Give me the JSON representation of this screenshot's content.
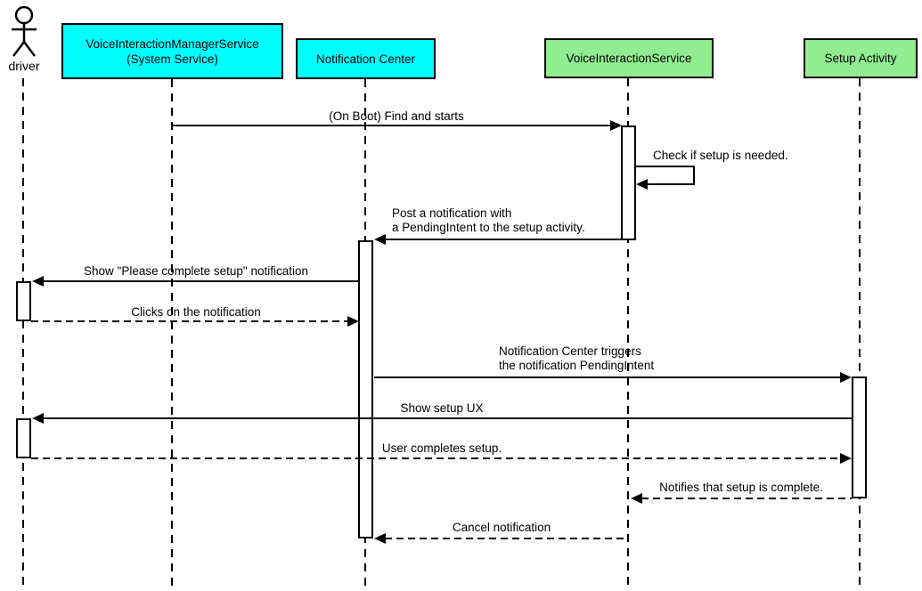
{
  "diagram_type": "uml-sequence",
  "participants": [
    {
      "id": "driver",
      "label": "driver",
      "kind": "actor"
    },
    {
      "id": "vims",
      "label": "VoiceInteractionManagerService\n(System Service)",
      "kind": "box",
      "fill": "#00ffff"
    },
    {
      "id": "nc",
      "label": "Notification Center",
      "kind": "box",
      "fill": "#00ffff"
    },
    {
      "id": "vis",
      "label": "VoiceInteractionService",
      "kind": "box",
      "fill": "#90ee90"
    },
    {
      "id": "sa",
      "label": "Setup Activity",
      "kind": "box",
      "fill": "#90ee90"
    }
  ],
  "messages": [
    {
      "text": "(On Boot) Find and starts",
      "from": "vims",
      "to": "vis",
      "line": "solid"
    },
    {
      "text": "Check if setup is needed.",
      "from": "vis",
      "to": "vis",
      "line": "solid-self"
    },
    {
      "text": "Post a notification with\na PendingIntent to the setup activity.",
      "from": "vis",
      "to": "nc",
      "line": "solid"
    },
    {
      "text": "Show \"Please complete setup\" notification",
      "from": "nc",
      "to": "driver",
      "line": "solid"
    },
    {
      "text": "Clicks on the notification",
      "from": "driver",
      "to": "nc",
      "line": "dashed"
    },
    {
      "text": "Notification Center triggers\nthe notification PendingIntent",
      "from": "nc",
      "to": "sa",
      "line": "solid"
    },
    {
      "text": "Show setup UX",
      "from": "sa",
      "to": "driver",
      "line": "solid"
    },
    {
      "text": "User completes setup.",
      "from": "driver",
      "to": "sa",
      "line": "dashed"
    },
    {
      "text": "Notifies that setup is complete.",
      "from": "sa",
      "to": "vis",
      "line": "dashed"
    },
    {
      "text": "Cancel notification",
      "from": "vis",
      "to": "nc",
      "line": "dashed"
    }
  ],
  "icons": {
    "actor": "stick-figure-icon"
  },
  "colors": {
    "participant_cyan": "#00ffff",
    "participant_green": "#90ee90",
    "line": "#000000",
    "activation_fill": "#ffffff",
    "background": "#ffffff"
  }
}
